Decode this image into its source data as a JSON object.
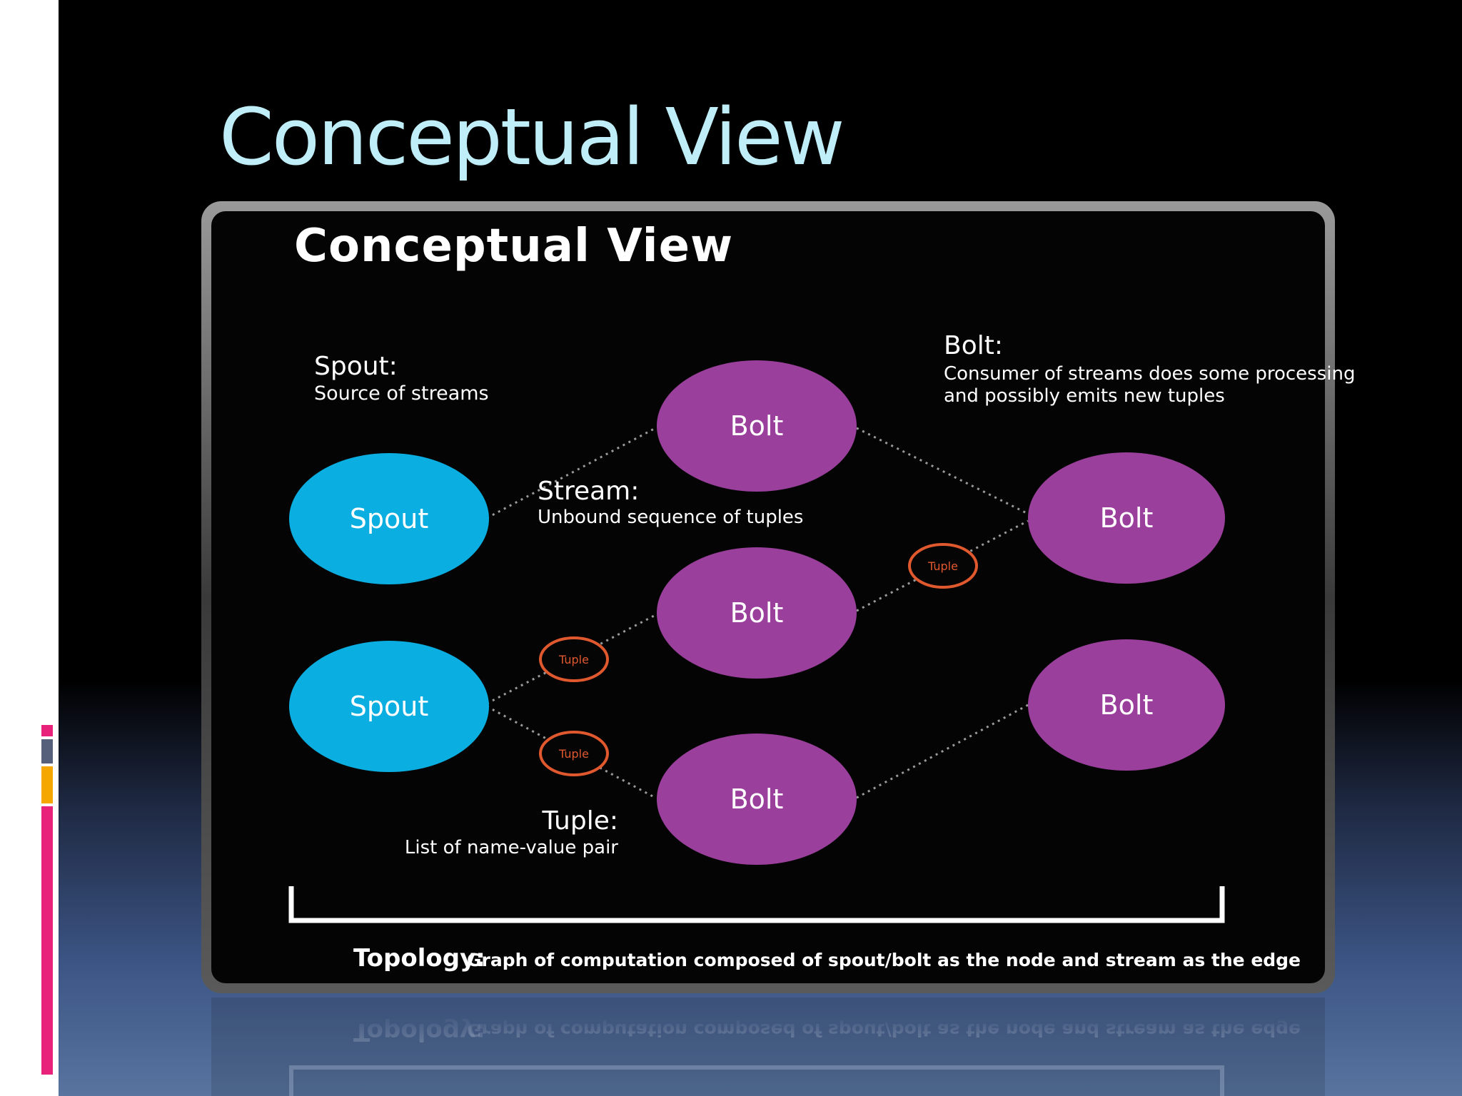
{
  "slide": {
    "title": "Conceptual View"
  },
  "diagram": {
    "title": "Conceptual View",
    "spout_heading": "Spout:",
    "spout_desc": "Source of streams",
    "bolt_heading": "Bolt:",
    "bolt_desc_line1": "Consumer of streams does some processing",
    "bolt_desc_line2": "and possibly emits new tuples",
    "stream_heading": "Stream:",
    "stream_desc": "Unbound sequence of tuples",
    "tuple_heading": "Tuple:",
    "tuple_desc": "List of name-value pair",
    "topology_heading": "Topology:",
    "topology_desc": "Graph of computation composed of spout/bolt as the node and stream as the edge",
    "nodes": {
      "spout_1": "Spout",
      "spout_2": "Spout",
      "bolt_1": "Bolt",
      "bolt_2": "Bolt",
      "bolt_3": "Bolt",
      "bolt_4": "Bolt",
      "bolt_5": "Bolt"
    },
    "tuple_badge_1": "Tuple",
    "tuple_badge_2": "Tuple",
    "tuple_badge_3": "Tuple",
    "colors": {
      "spout": "#0aaee0",
      "bolt": "#9a3f9c",
      "tuple_ring": "#e0582e",
      "title": "#bfeef8"
    }
  },
  "decor": {
    "side_bar_colors": [
      "#e8217a",
      "#56607a",
      "#f5a700",
      "#e8217a"
    ]
  }
}
